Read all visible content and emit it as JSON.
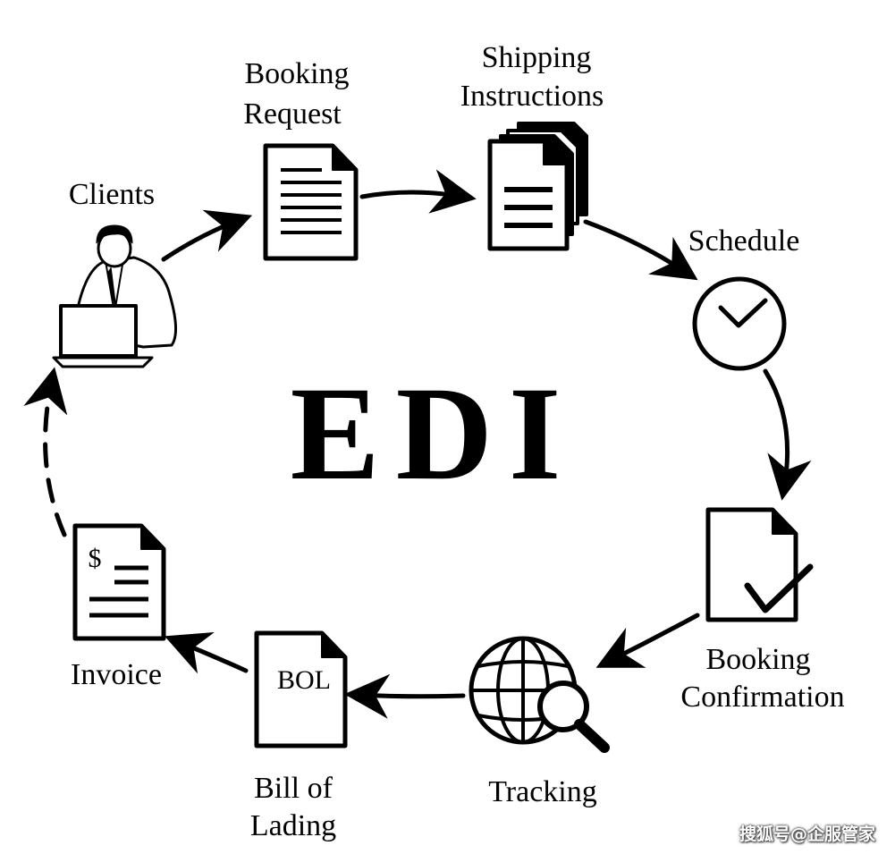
{
  "title": "EDI",
  "nodes": [
    {
      "id": "clients",
      "label": "Clients",
      "icon": "person-laptop-icon"
    },
    {
      "id": "booking-request",
      "label_lines": [
        "Booking",
        "Request"
      ],
      "icon": "document-icon"
    },
    {
      "id": "shipping-instructions",
      "label_lines": [
        "Shipping",
        "Instructions"
      ],
      "icon": "stacked-documents-icon"
    },
    {
      "id": "schedule",
      "label": "Schedule",
      "icon": "clock-icon"
    },
    {
      "id": "booking-confirmation",
      "label_lines": [
        "Booking",
        "Confirmation"
      ],
      "icon": "document-check-icon"
    },
    {
      "id": "tracking",
      "label": "Tracking",
      "icon": "globe-search-icon"
    },
    {
      "id": "bill-of-lading",
      "label_lines": [
        "Bill of",
        "Lading"
      ],
      "icon": "bol-document-icon",
      "icon_text": "BOL"
    },
    {
      "id": "invoice",
      "label": "Invoice",
      "icon": "invoice-document-icon",
      "icon_text": "$"
    }
  ],
  "watermark": "搜狐号@企服管家",
  "colors": {
    "ink": "#000000",
    "background": "#ffffff"
  }
}
